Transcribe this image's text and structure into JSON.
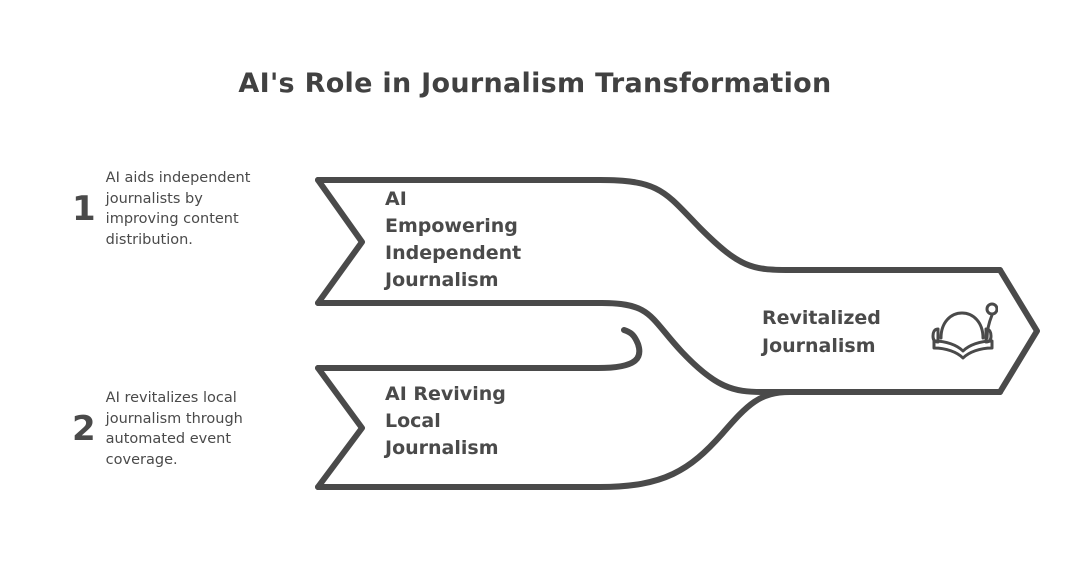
{
  "title": "AI's Role in Journalism Transformation",
  "theme": {
    "background": "#ffffff",
    "stroke": "#4a4a4a",
    "text": "#4a4a4a",
    "title_color": "#414141"
  },
  "notes": [
    {
      "number": "1",
      "text": "AI aids independent journalists by improving content distribution."
    },
    {
      "number": "2",
      "text": "AI revitalizes local journalism through automated event coverage."
    }
  ],
  "stages": [
    {
      "label": "AI\nEmpowering\nIndependent\nJournalism"
    },
    {
      "label": "AI Reviving\nLocal\nJournalism"
    }
  ],
  "outcome": {
    "label": "Revitalized\nJournalism",
    "icon": "book-headset-microphone-icon"
  },
  "chart_data": {
    "type": "diagram",
    "subtype": "merging-arrow-flow",
    "title": "AI's Role in Journalism Transformation",
    "nodes": [
      {
        "id": "stage-1",
        "label": "AI Empowering Independent Journalism",
        "note": "AI aids independent journalists by improving content distribution."
      },
      {
        "id": "stage-2",
        "label": "AI Reviving Local Journalism",
        "note": "AI revitalizes local journalism through automated event coverage."
      },
      {
        "id": "outcome",
        "label": "Revitalized Journalism"
      }
    ],
    "edges": [
      {
        "from": "stage-1",
        "to": "outcome"
      },
      {
        "from": "stage-2",
        "to": "outcome"
      }
    ]
  }
}
